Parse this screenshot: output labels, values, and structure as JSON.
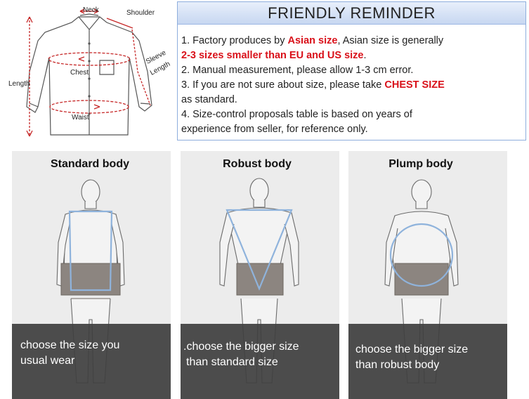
{
  "diagram": {
    "labels": {
      "neck": "Neck",
      "shoulder": "Shoulder",
      "sleeve": "Sleeve",
      "length_word": "Length",
      "length": "Length",
      "chest": "Chest",
      "waist": "Waist"
    }
  },
  "reminder": {
    "title": "FRIENDLY REMINDER",
    "line1_prefix": "1. Factory produces by ",
    "line1_red": "Asian size",
    "line1_suffix": ",  Asian size is generally",
    "line2_red": "2-3 sizes smaller than EU and US size",
    "line2_suffix": ".",
    "line3": "2. Manual measurement, please allow 1-3 cm error.",
    "line4_prefix": "3. If you are not sure about size, please take ",
    "line4_red": "CHEST SIZE",
    "line5": "as standard.",
    "line6": "4. Size-control proposals table is based on years of",
    "line7": "experience from seller, for reference only."
  },
  "bodies": [
    {
      "title": "Standard body",
      "caption_line1": "choose the size you",
      "caption_line2": "usual wear"
    },
    {
      "title": "Robust body",
      "caption_line1": ".choose the bigger size",
      "caption_line2": "than standard size"
    },
    {
      "title": "Plump body",
      "caption_line1": "choose the bigger size",
      "caption_line2": "than robust body"
    }
  ],
  "colors": {
    "accent_red": "#d9111a",
    "measure_red": "#c62828",
    "outline_blue": "#8fb3dc",
    "caption_bg": "#404040",
    "reminder_border": "#8eaedd"
  }
}
